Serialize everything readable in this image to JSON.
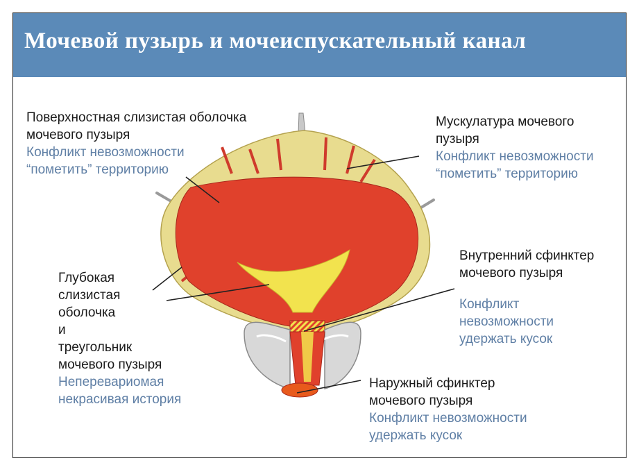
{
  "title": "Мочевой пузырь и мочеиспускательный канал",
  "colors": {
    "header": "#5b8ab8",
    "accent_text": "#5f7fa5",
    "mucosa": "#e0412c",
    "trigone": "#f2e34e",
    "muscle": "#e8dc8f"
  },
  "labels": {
    "surface_mucosa": {
      "name": [
        "Поверхностная слизистая оболочка",
        "мочевого пузыря"
      ],
      "conflict": [
        "Конфликт невозможности",
        "“пометить” территорию"
      ]
    },
    "musculature": {
      "name": [
        "Мускулатура мочевого",
        "пузыря"
      ],
      "conflict": [
        "Конфликт невозможности",
        "“пометить” территорию"
      ]
    },
    "deep_mucosa": {
      "name": [
        "Глубокая",
        "слизистая",
        "оболочка",
        "и",
        "треугольник",
        "мочевого пузыря"
      ],
      "conflict": [
        "Неперевариомая",
        "некрасивая история"
      ]
    },
    "internal_sphincter": {
      "name": [
        "Внутренний сфинктер",
        "мочевого пузыря"
      ],
      "conflict": [
        "Конфликт",
        "невозможности",
        "удержать кусок"
      ]
    },
    "external_sphincter": {
      "name": [
        "Наружный сфинктер",
        "мочевого пузыря"
      ],
      "conflict": [
        "Конфликт невозможности",
        "удержать кусок"
      ]
    }
  }
}
